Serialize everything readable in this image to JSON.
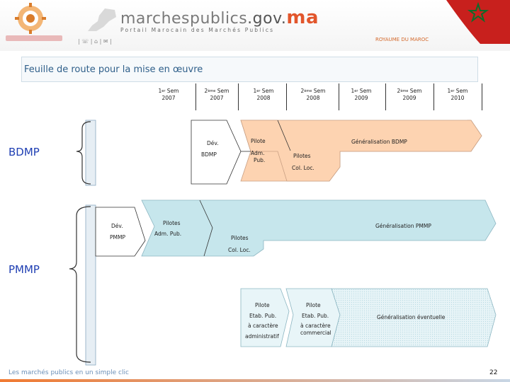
{
  "header": {
    "site_name_a": "marchespublics",
    "site_name_b": ".gov.",
    "site_name_c": "ma",
    "subtitle": "Portail Marocain des Marchés Publics",
    "kingdom": "ROYAUME DU MAROC",
    "nav_icons": "| ☏ | ⌂ | ✉ |"
  },
  "title": "Feuille de route pour la mise en œuvre",
  "columns": [
    {
      "ord": "1",
      "sup": "er",
      "label": " Sem",
      "year": "2007"
    },
    {
      "ord": "2",
      "sup": "ème",
      "label": " Sem",
      "year": "2007"
    },
    {
      "ord": "1",
      "sup": "er",
      "label": " Sem",
      "year": "2008"
    },
    {
      "ord": "2",
      "sup": "ème",
      "label": " Sem",
      "year": "2008"
    },
    {
      "ord": "1",
      "sup": "er",
      "label": " Sem",
      "year": "2009"
    },
    {
      "ord": "2",
      "sup": "ème",
      "label": " Sem",
      "year": "2009"
    },
    {
      "ord": "1",
      "sup": "er",
      "label": " Sem",
      "year": "2010"
    }
  ],
  "bdmp": {
    "label": "BDMP",
    "dev": "Dév.",
    "bdmp": "BDMP",
    "pilote": "Pilote",
    "adm": "Adm.",
    "pub": "Pub.",
    "generalisation": "Généralisation BDMP",
    "pilotes": "Pilotes",
    "col_loc": "Col. Loc."
  },
  "pmmp": {
    "label": "PMMP",
    "dev": "Dév.",
    "pmmp": "PMMP",
    "pilotes1": "Pilotes",
    "adm_pub": "Adm. Pub.",
    "generalisation": "Généralisation PMMP",
    "pilotes2": "Pilotes",
    "col_loc": "Col. Loc."
  },
  "third": {
    "pilote1": "Pilote",
    "etab1": "Etab. Pub.",
    "car1": "à caractère",
    "admin": "administratif",
    "pilote2": "Pilote",
    "etab2": "Etab. Pub.",
    "car2": "à caractère",
    "comm": "commercial",
    "generalisation": "Généralisation éventuelle"
  },
  "footer": {
    "text": "Les marchés publics en un simple clic",
    "page": "22"
  },
  "colors": {
    "bdmp_fill": "#fdd3b1",
    "pmmp_fill": "#c6e6ec",
    "third_fill": "#e3f2f5",
    "label_blue": "#1f3fb3",
    "accent_orange": "#e2562c"
  }
}
